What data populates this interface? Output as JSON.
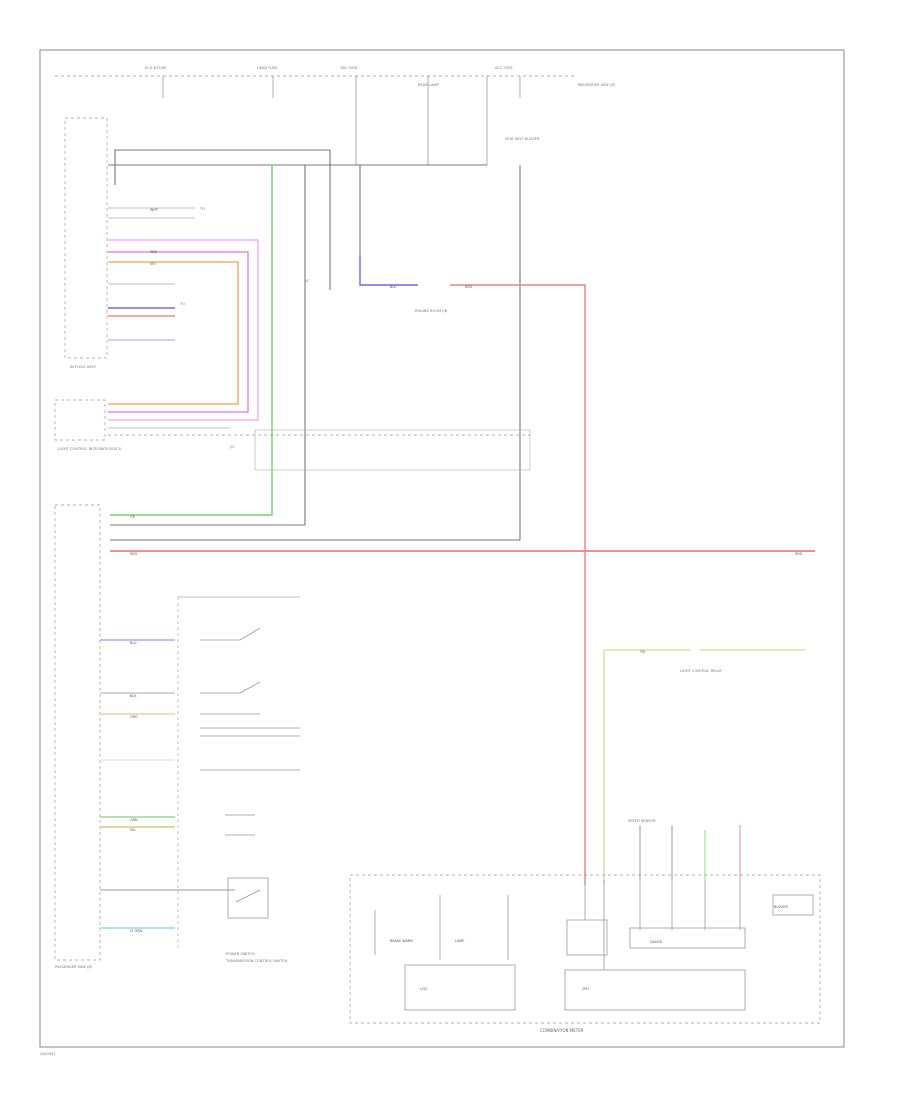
{
  "page_code": "(W)0001",
  "components": {
    "combination_meter": "COMBINATION METER",
    "power_switch": "POWER SWITCH",
    "transmission_control_switch": "TRANSMISSION CONTROL SWITCH",
    "keyless_assembly": "KEYLESS ASSY",
    "light_control_integration": "LIGHT CONTROL INTEGRATION ECU",
    "connector_j4": "J/C",
    "engine_room_junction": "ENGINE ROOM J/B",
    "light_control_relay": "LIGHT CONTROL RELAY",
    "passenger_junction": "PASSENGER SIDE J/B",
    "passenger_side_left": "PASSENGER SIDE J/B",
    "rear_lamp": "REAR LAMP",
    "seat_belt_warning": "SEAT BELT BUZZER",
    "combo_lcd": "LCD",
    "combo_gauge": "GAUGE",
    "combo_buzzer": "BUZZER",
    "combo_brake_warn": "BRAKE WARN",
    "combo_lamp": "LAMP",
    "combo_cpu": "CPU",
    "speed_sensor_block": "SPEED SENSOR",
    "fuse_1": "ECU-B FUSE",
    "fuse_2": "HEAD FUSE",
    "fuse_3": "TAIL FUSE",
    "fuse_4": "ACC FUSE",
    "to_label": "TO"
  },
  "wire_labels": {
    "gr": "GR",
    "wht": "WHT",
    "blu": "BLU",
    "red": "RED",
    "org": "ORG",
    "pnk": "PNK",
    "yel": "YEL",
    "blk": "BLK",
    "lt_grn": "LT GRN",
    "grn": "GRN",
    "vio": "VIO"
  }
}
